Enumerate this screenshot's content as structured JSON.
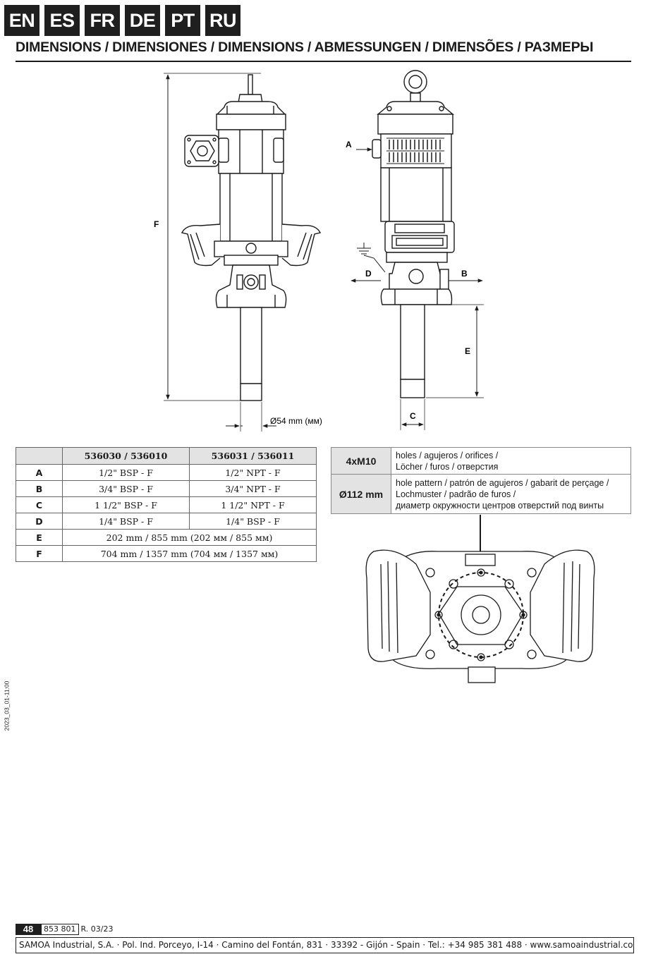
{
  "languages": [
    "EN",
    "ES",
    "FR",
    "DE",
    "PT",
    "RU"
  ],
  "title": "DIMENSIONS / DIMENSIONES / DIMENSIONS / ABMESSUNGEN / DIMENSÕES / РАЗМЕРЫ",
  "drawing_labels": {
    "F": "F",
    "A": "A",
    "B": "B",
    "D": "D",
    "E": "E",
    "C": "C",
    "diameter": "Ø54 mm (мм)"
  },
  "dimension_table": {
    "headers": [
      "",
      "536030 / 536010",
      "536031 / 536011"
    ],
    "rows": [
      {
        "key": "A",
        "v1": "1/2\" BSP - F",
        "v2": "1/2\" NPT - F"
      },
      {
        "key": "B",
        "v1": "3/4\" BSP - F",
        "v2": "3/4\" NPT - F"
      },
      {
        "key": "C",
        "v1": "1 1/2\" BSP - F",
        "v2": "1 1/2\" NPT - F"
      },
      {
        "key": "D",
        "v1": "1/4\" BSP - F",
        "v2": "1/4\" BSP - F"
      },
      {
        "key": "E",
        "merged": "202 mm / 855 mm (202 мм / 855 мм)"
      },
      {
        "key": "F",
        "merged": "704 mm / 1357 mm (704 мм / 1357 мм)"
      }
    ]
  },
  "holes_table": [
    {
      "key": "4xM10",
      "line1": "holes / agujeros / orifices /",
      "line2": "Löcher / furos / отверстия",
      "line3": ""
    },
    {
      "key": "Ø112 mm",
      "line1": "hole pattern / patrón de agujeros / gabarit de perçage /",
      "line2": "Lochmuster / padrão de furos /",
      "line3": "диаметр окружности центров отверстий под винты"
    }
  ],
  "side_date": "2023_03_01-11:00",
  "footer": {
    "page": "48",
    "code": "853 801",
    "revision": "R. 03/23",
    "company": "SAMOA Industrial, S.A. · Pol. Ind. Porceyo,  I-14 · Camino del Fontán, 831 · 33392 - Gijón - Spain · Tel.: +34 985 381 488 · www.samoaindustrial.com"
  }
}
